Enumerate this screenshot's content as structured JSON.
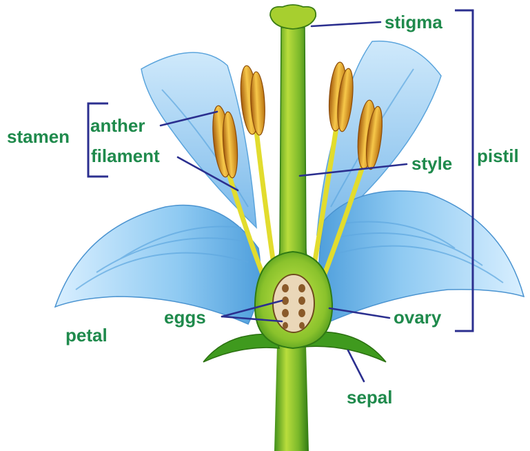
{
  "labels": {
    "stigma": "stigma",
    "anther": "anther",
    "stamen": "stamen",
    "filament": "filament",
    "style": "style",
    "pistil": "pistil",
    "eggs": "eggs",
    "ovary": "ovary",
    "petal": "petal",
    "sepal": "sepal"
  },
  "colors": {
    "label_text": "#1f8a4c",
    "leader_lines": "#2b2f8f",
    "petal_light": "#cfe9fb",
    "petal_mid": "#8cc8f0",
    "petal_dark": "#4a9ad8",
    "stem_light": "#b8dc3a",
    "stem_mid": "#6fb21f",
    "stem_dark": "#2f7a14",
    "filament": "#e8e23a",
    "anther_light": "#f6c343",
    "anther_dark": "#b56a10",
    "ovule_fill": "#ead7b8",
    "ovule_seed": "#8a5a2a"
  }
}
